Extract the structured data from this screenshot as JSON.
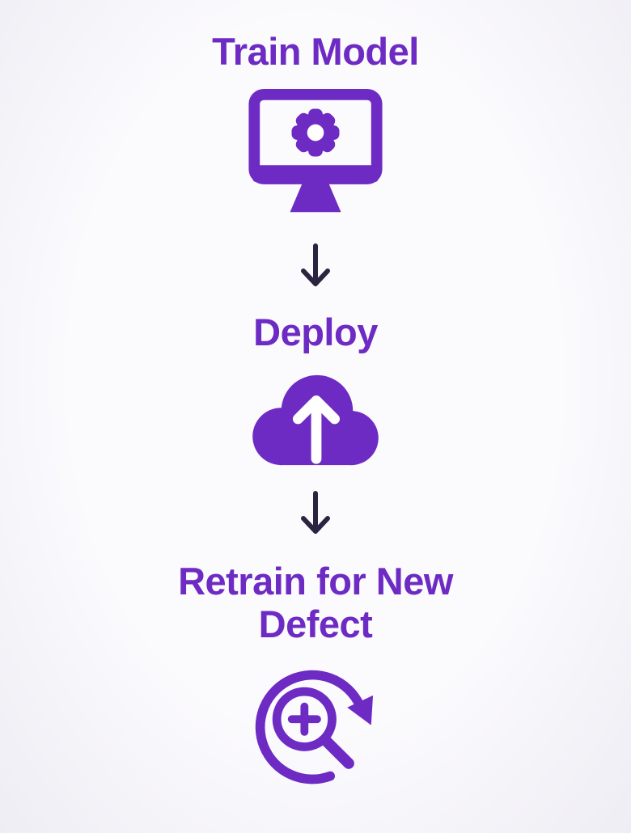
{
  "diagram": {
    "title": "",
    "type": "vertical-flowchart",
    "steps": [
      {
        "label": "Train Model",
        "icon": "monitor-gear-icon"
      },
      {
        "label": "Deploy",
        "icon": "cloud-upload-icon"
      },
      {
        "label": "Retrain for New Defect",
        "icon": "search-refresh-icon"
      }
    ],
    "connector": "down-arrow"
  },
  "colors": {
    "accent": "#6d2bc4",
    "arrow": "#2b2440",
    "background": "#f7f6fa"
  }
}
